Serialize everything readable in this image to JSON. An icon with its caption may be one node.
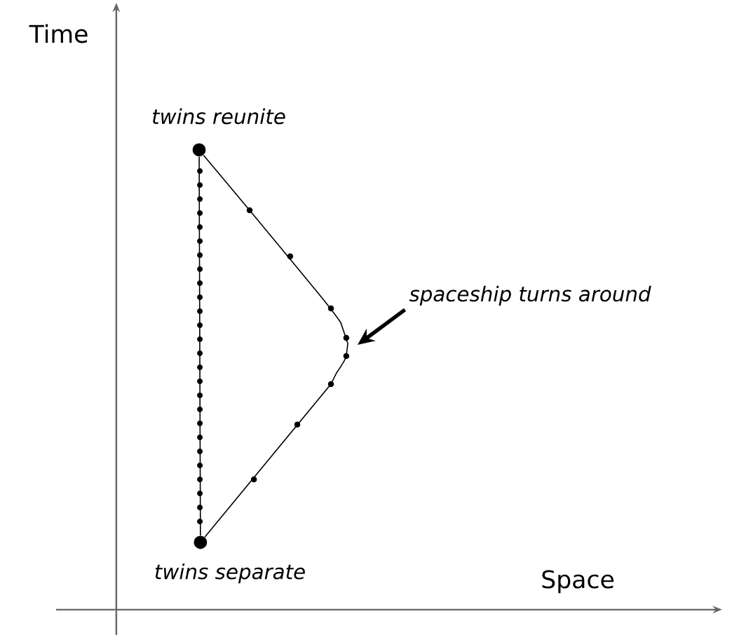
{
  "diagram": {
    "nodes": [
      {
        "text": [],
        "shape": "circle",
        "beside": [
          "twins reunite"
        ]
      },
      {
        "text": [],
        "shape": "circle",
        "beside": [
          "twins separate"
        ]
      },
      {
        "text": [
          "spaceship turns around"
        ]
      }
    ],
    "edges": [
      {
        "from": 1,
        "to": 0,
        "arrow": "none"
      },
      {
        "from": 1,
        "to": 0,
        "arrow": "none"
      },
      {
        "from": 2,
        "to": null,
        "arrow": "to",
        "style": "thick"
      }
    ],
    "labels": [
      "Time",
      "Space"
    ]
  }
}
